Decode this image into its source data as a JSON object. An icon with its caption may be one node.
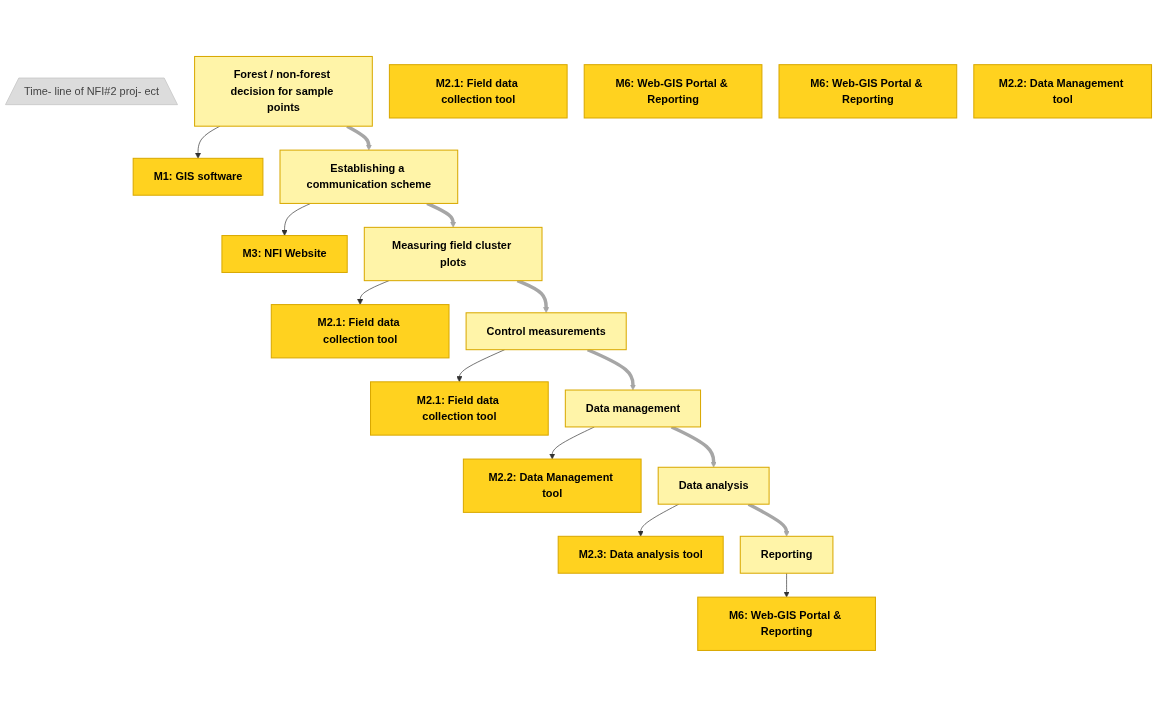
{
  "diagram": {
    "nodes": [
      {
        "text": [
          "Time- line of NFI#2 proj- ect"
        ]
      },
      {
        "text": [
          "Forest / non-forest decision for sample points"
        ]
      },
      {
        "text": [
          "M1: GIS software"
        ]
      },
      {
        "text": [
          "Establishing a communication scheme"
        ]
      },
      {
        "text": [
          "M3: NFI Website"
        ]
      },
      {
        "text": [
          "Measuring field cluster plots"
        ]
      },
      {
        "text": [
          "M2.1: Field data collection tool"
        ]
      },
      {
        "text": [
          "M2.1: Field data collection tool"
        ]
      },
      {
        "text": [
          "M6: Web-GIS Portal & Reporting"
        ]
      },
      {
        "text": [
          "Control measurements"
        ]
      },
      {
        "text": [
          "M2.1: Field data collection tool"
        ]
      },
      {
        "text": [
          "Data management"
        ]
      },
      {
        "text": [
          "M2.2: Data Management tool"
        ]
      },
      {
        "text": [
          "M6: Web-GIS Portal & Reporting"
        ]
      },
      {
        "text": [
          "Data analysis"
        ]
      },
      {
        "text": [
          "M2.3: Data analysis tool"
        ]
      },
      {
        "text": [
          "M2.2: Data Management tool"
        ]
      },
      {
        "text": [
          "Reporting"
        ]
      },
      {
        "text": [
          "M6: Web-GIS Portal & Reporting"
        ]
      }
    ],
    "edges": [
      {
        "from": 1,
        "to": 2,
        "arrow": "to"
      },
      {
        "from": 1,
        "to": 3,
        "arrow": "to",
        "style": "thick",
        "color": "#a6a6a6"
      },
      {
        "from": 3,
        "to": 4,
        "arrow": "to"
      },
      {
        "from": 3,
        "to": 5,
        "arrow": "to",
        "style": "thick",
        "color": "#a6a6a6"
      },
      {
        "from": 5,
        "to": 6,
        "arrow": "to"
      },
      {
        "from": 5,
        "to": 9,
        "arrow": "to",
        "style": "thick",
        "color": "#a6a6a6"
      },
      {
        "from": 9,
        "to": 10,
        "arrow": "to"
      },
      {
        "from": 9,
        "to": 11,
        "arrow": "to",
        "style": "thick",
        "color": "#a6a6a6"
      },
      {
        "from": 11,
        "to": 12,
        "arrow": "to"
      },
      {
        "from": 11,
        "to": 14,
        "arrow": "to",
        "style": "thick",
        "color": "#a6a6a6"
      },
      {
        "from": 14,
        "to": 15,
        "arrow": "to"
      },
      {
        "from": 14,
        "to": 17,
        "arrow": "to",
        "style": "thick",
        "color": "#a6a6a6"
      },
      {
        "from": 17,
        "to": 18,
        "arrow": "to"
      }
    ]
  }
}
